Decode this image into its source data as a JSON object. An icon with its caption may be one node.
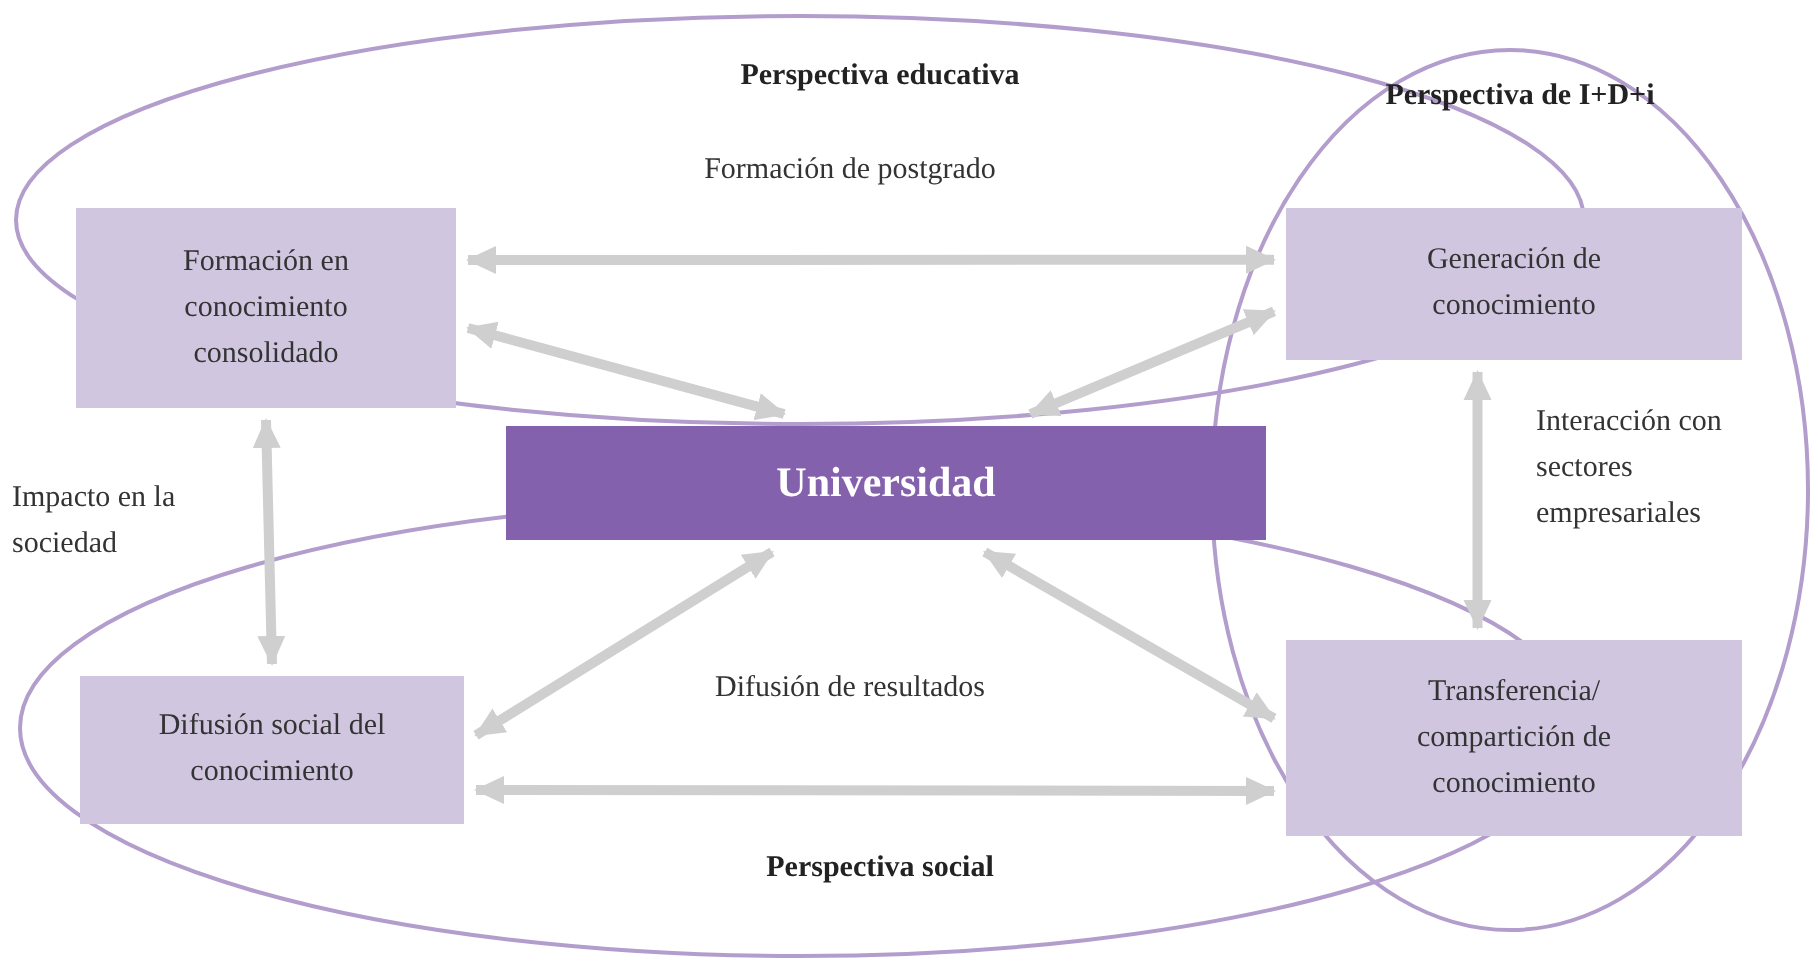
{
  "diagram": {
    "nodes": [
      {
        "text": [
          "Formación en conocimiento consolidado"
        ]
      },
      {
        "text": [
          "Generación de conocimiento"
        ]
      },
      {
        "text": [
          "Universidad"
        ]
      },
      {
        "text": [
          "Difusión social del conocimiento"
        ]
      },
      {
        "text": [
          "Transferencia/ compartición de conocimiento"
        ]
      }
    ],
    "edges": [
      {
        "from": 0,
        "to": 1,
        "arrow": "both",
        "label": "Formación de postgrado"
      },
      {
        "from": 0,
        "to": 2,
        "arrow": "both"
      },
      {
        "from": 1,
        "to": 2,
        "arrow": "both"
      },
      {
        "from": 0,
        "to": 3,
        "arrow": "both",
        "label": "Impacto en la sociedad"
      },
      {
        "from": 1,
        "to": 4,
        "arrow": "both",
        "label": "Interacción con sectores empresariales"
      },
      {
        "from": 2,
        "to": 3,
        "arrow": "both"
      },
      {
        "from": 2,
        "to": 4,
        "arrow": "both"
      },
      {
        "from": 3,
        "to": 4,
        "arrow": "both",
        "label": "Difusión de resultados"
      }
    ],
    "labels": [
      "Perspectiva educativa",
      "Perspectiva de I+D+i",
      "Perspectiva social"
    ]
  }
}
